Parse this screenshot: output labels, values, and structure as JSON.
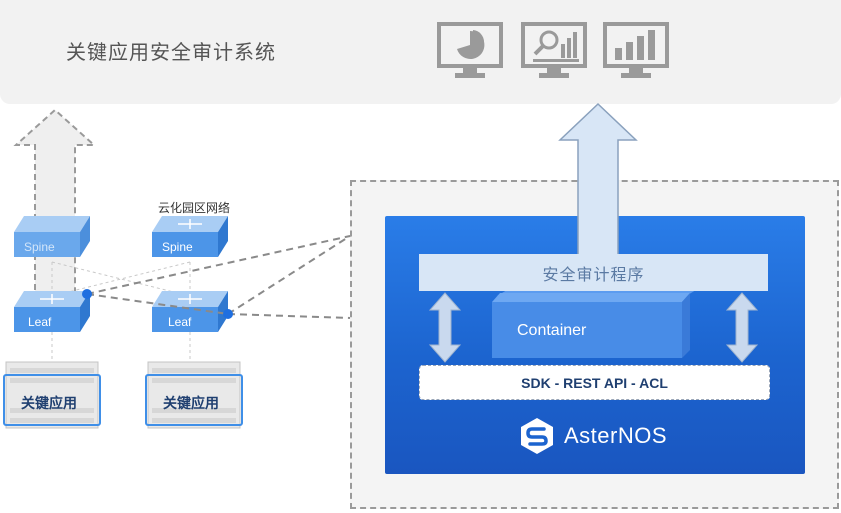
{
  "banner": {
    "title": "关键应用安全审计系统",
    "icons": [
      "pie-chart-monitor-icon",
      "search-chart-monitor-icon",
      "bar-chart-monitor-icon"
    ]
  },
  "network": {
    "title": "云化园区网络",
    "spine_label": "Spine",
    "leaf_label": "Leaf",
    "server_label": "关键应用"
  },
  "device": {
    "program_label": "安全审计程序",
    "container_label": "Container",
    "sdk_label": "SDK - REST API - ACL",
    "os_name": "AsterNOS"
  },
  "colors": {
    "blue_panel": "#1c64cf",
    "switch_blue": "#3f8fe8",
    "accent": "#2a7de8",
    "gray": "#8f8f8f"
  }
}
